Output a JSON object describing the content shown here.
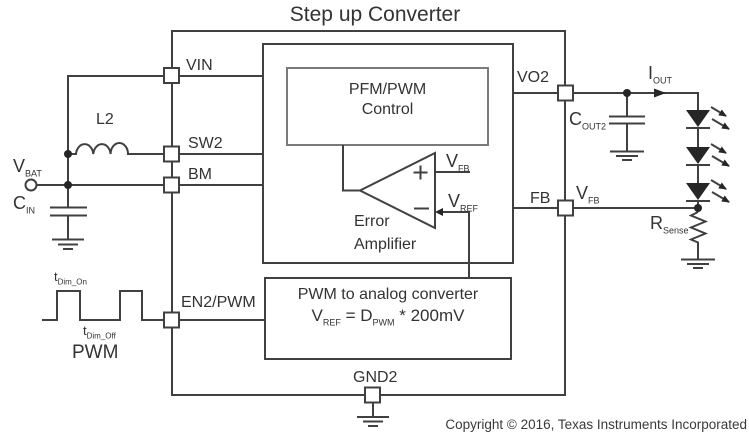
{
  "title": "Step up Converter",
  "copyright": "Copyright © 2016, Texas Instruments Incorporated",
  "converter": {
    "pins": {
      "vin": "VIN",
      "sw2": "SW2",
      "bm": "BM",
      "en2_pwm": "EN2/PWM",
      "gnd2": "GND2",
      "vo2": "VO2",
      "fb": "FB"
    },
    "pfm_pwm_control": {
      "line1": "PFM/PWM",
      "line2": "Control"
    },
    "error_amplifier": {
      "line1": "Error",
      "line2": "Amplifier",
      "plus": "+",
      "minus": "−"
    },
    "pwm_dac": {
      "title": "PWM to analog converter",
      "formula": {
        "lhs_base": "V",
        "lhs_sub": "REF",
        "eq": " = ",
        "rhs_base": "D",
        "rhs_sub": "PWM",
        "mult": " * ",
        "value": "200mV"
      }
    },
    "internal_signals": {
      "vfb": {
        "base": "V",
        "sub": "FB"
      },
      "vref": {
        "base": "V",
        "sub": "REF"
      }
    }
  },
  "external": {
    "vbat": {
      "base": "V",
      "sub": "BAT"
    },
    "cin": {
      "base": "C",
      "sub": "IN"
    },
    "l2": "L2",
    "cout2": {
      "base": "C",
      "sub": "OUT2"
    },
    "iout": {
      "base": "I",
      "sub": "OUT"
    },
    "vfb_node": {
      "base": "V",
      "sub": "FB"
    },
    "rsense": {
      "base": "R",
      "sub": "Sense"
    },
    "pwm_input": {
      "label": "PWM",
      "t_on": {
        "base": "t",
        "sub": "Dim_On"
      },
      "t_off": {
        "base": "t",
        "sub": "Dim_Off"
      }
    },
    "led_count": 3
  },
  "colors": {
    "line": "#404040",
    "text": "#333333",
    "light_box": "#7a7a7a",
    "led_fill": "#262626",
    "background": "#ffffff"
  }
}
